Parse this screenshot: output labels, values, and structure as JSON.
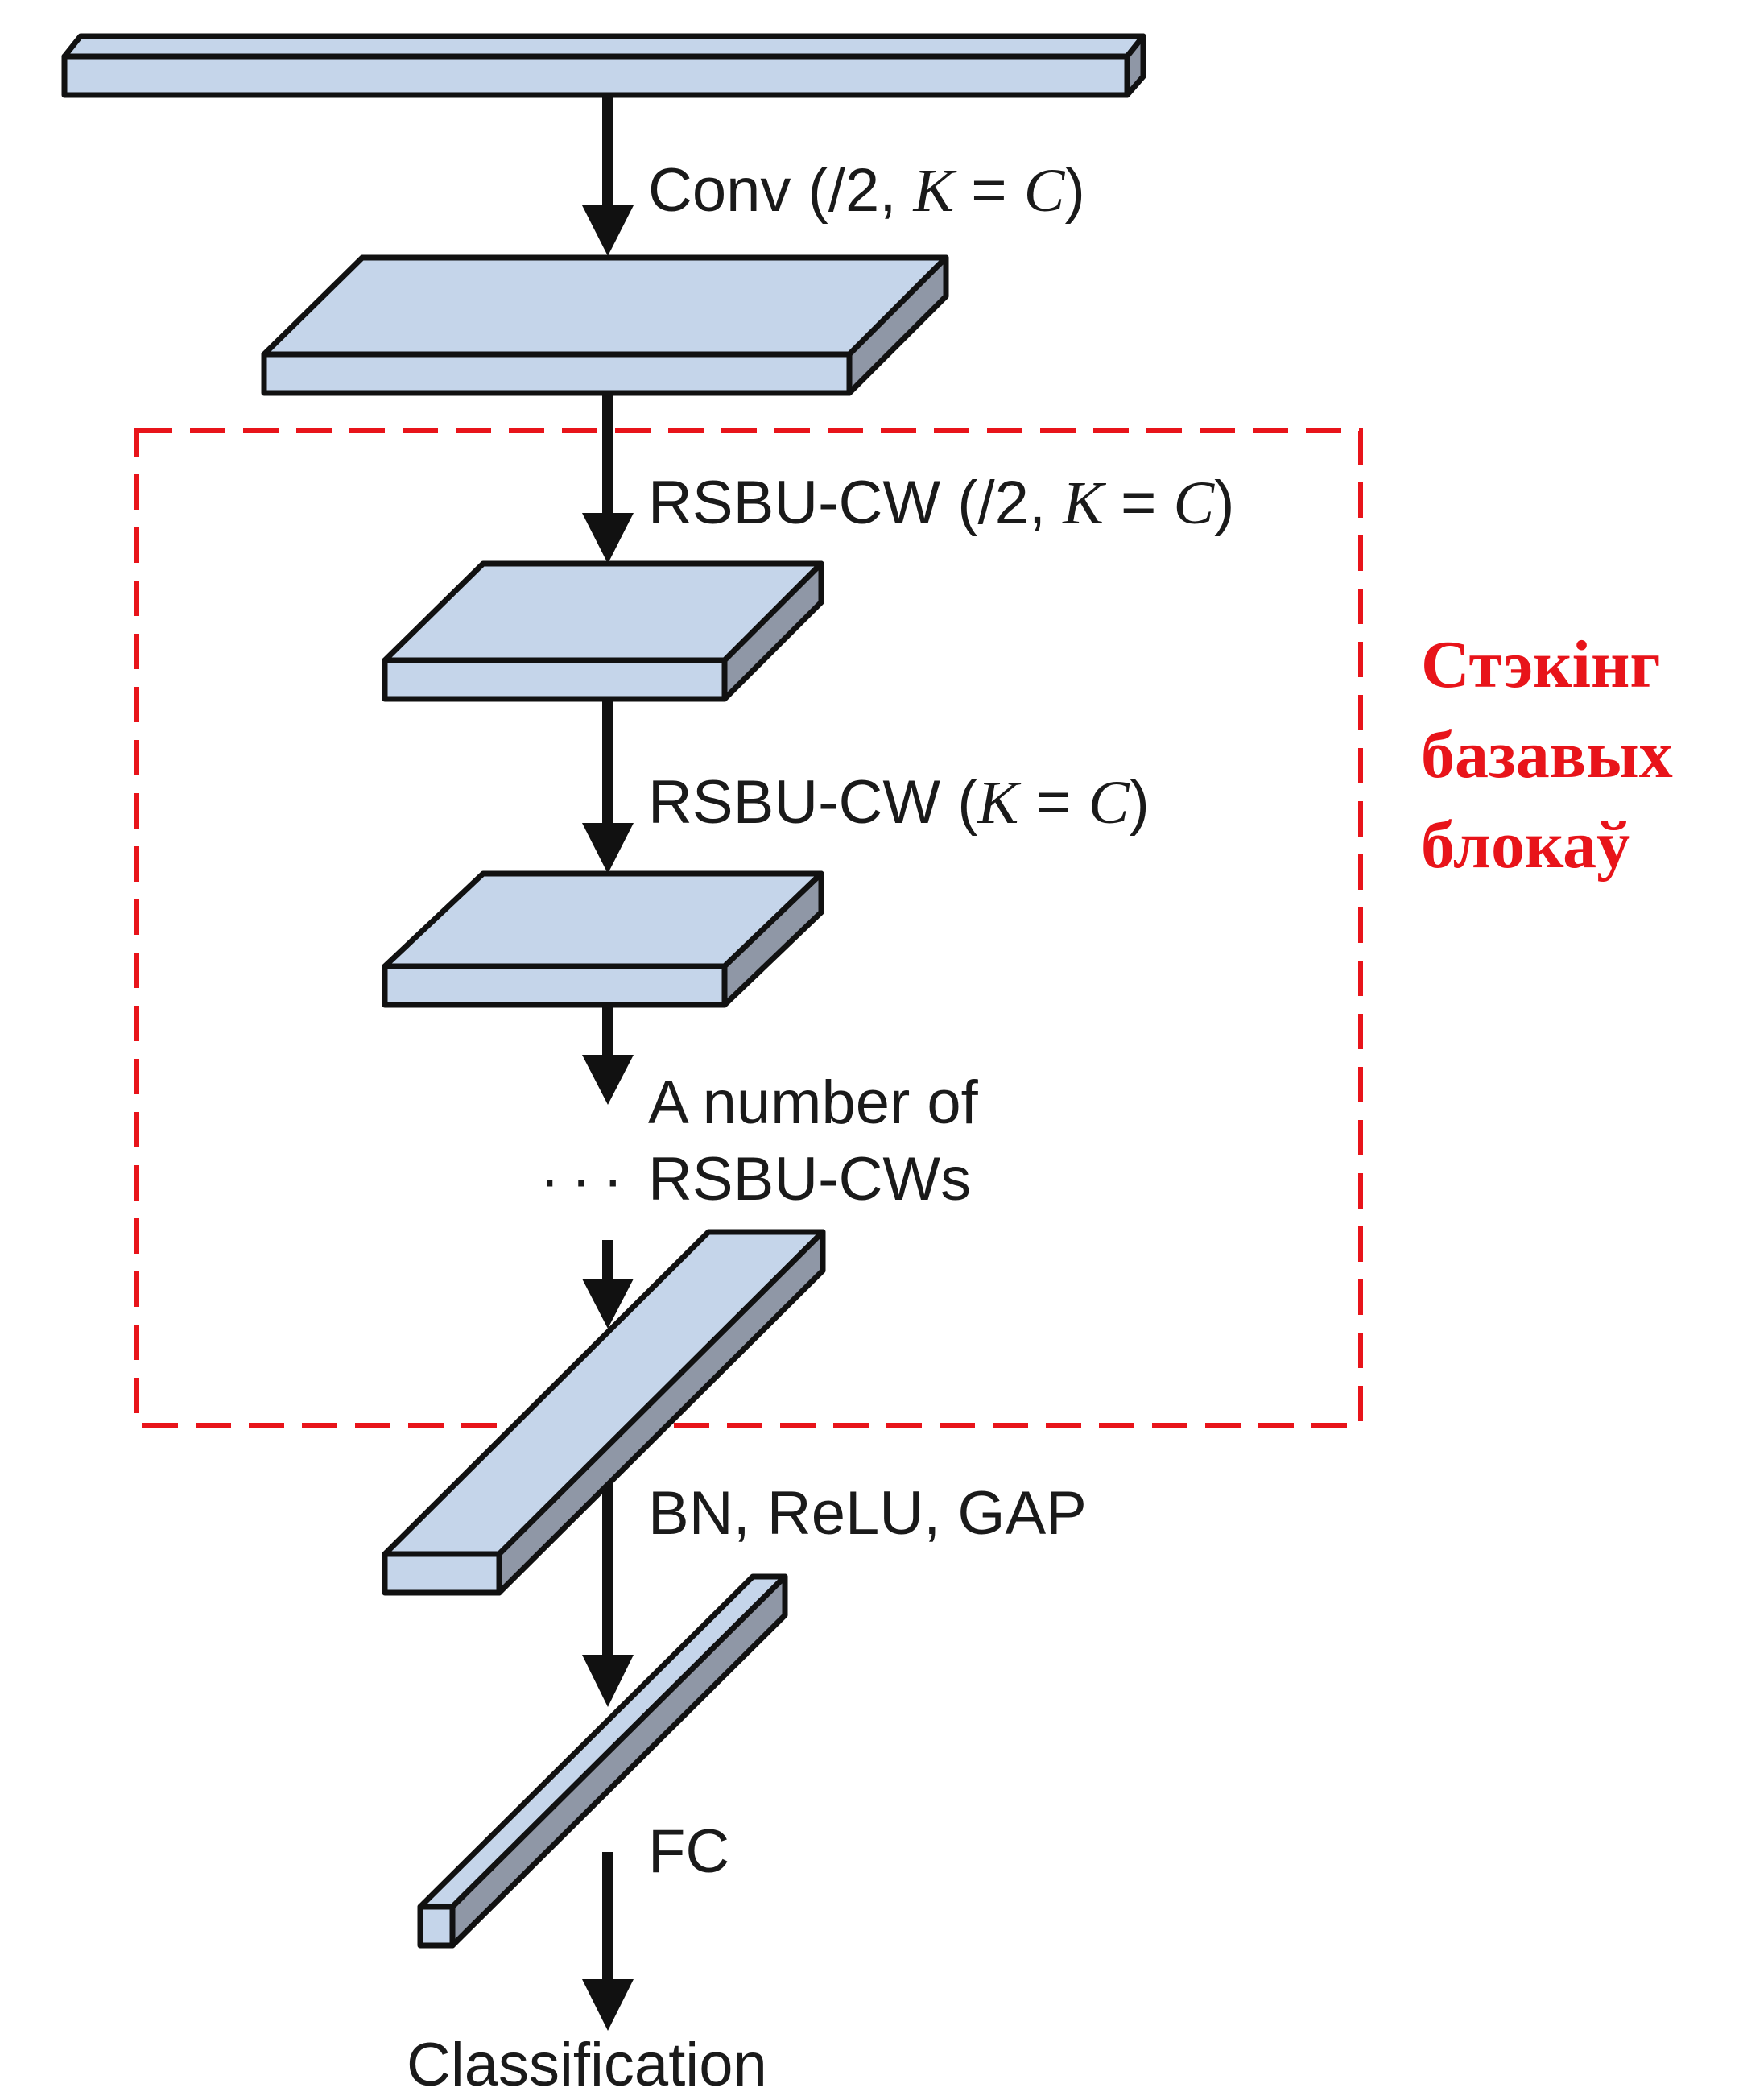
{
  "labels": {
    "conv": "Conv",
    "conv_args_open": " (/2, ",
    "conv_k": "K",
    "conv_eq": " = ",
    "conv_c": "C",
    "conv_close": ")",
    "rsbu1_name": "RSBU-CW",
    "rsbu1_args_open": " (/2, ",
    "rsbu1_k": "K",
    "rsbu1_eq": " = ",
    "rsbu1_c": "C",
    "rsbu1_close": ")",
    "rsbu2_name": "RSBU-CW",
    "rsbu2_args_open": " (",
    "rsbu2_k": "K",
    "rsbu2_eq": " = ",
    "rsbu2_c": "C",
    "rsbu2_close": ")",
    "number_line1": "A number of",
    "number_line2": "RSBU-CWs",
    "ellipsis": "···",
    "bn": "BN, ReLU, GAP",
    "fc": "FC",
    "classification": "Classification"
  },
  "region": {
    "line1": "Стэкінг",
    "line2": "базавых",
    "line3": "блокаў"
  },
  "colors": {
    "slab_face": "#c5d5ea",
    "slab_side": "#8f97a6",
    "outline": "#111111",
    "region": "#e8141a"
  }
}
